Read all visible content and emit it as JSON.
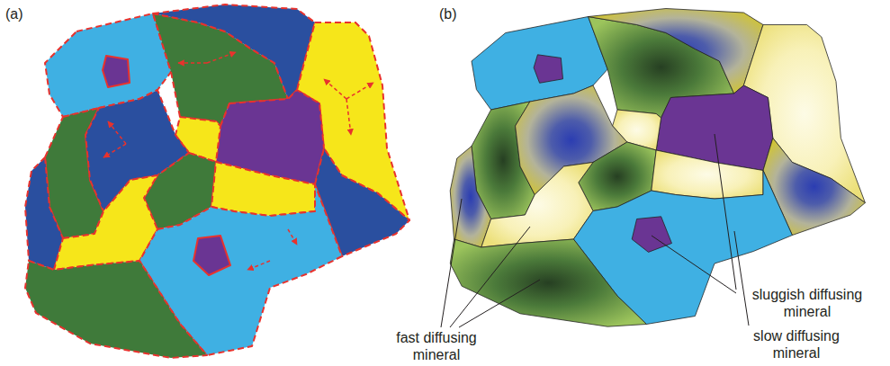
{
  "diagram": {
    "labels": [
      "(a)",
      "(b)",
      "fast diffusing mineral",
      "sluggish diffusing mineral",
      "slow diffusing mineral"
    ]
  }
}
